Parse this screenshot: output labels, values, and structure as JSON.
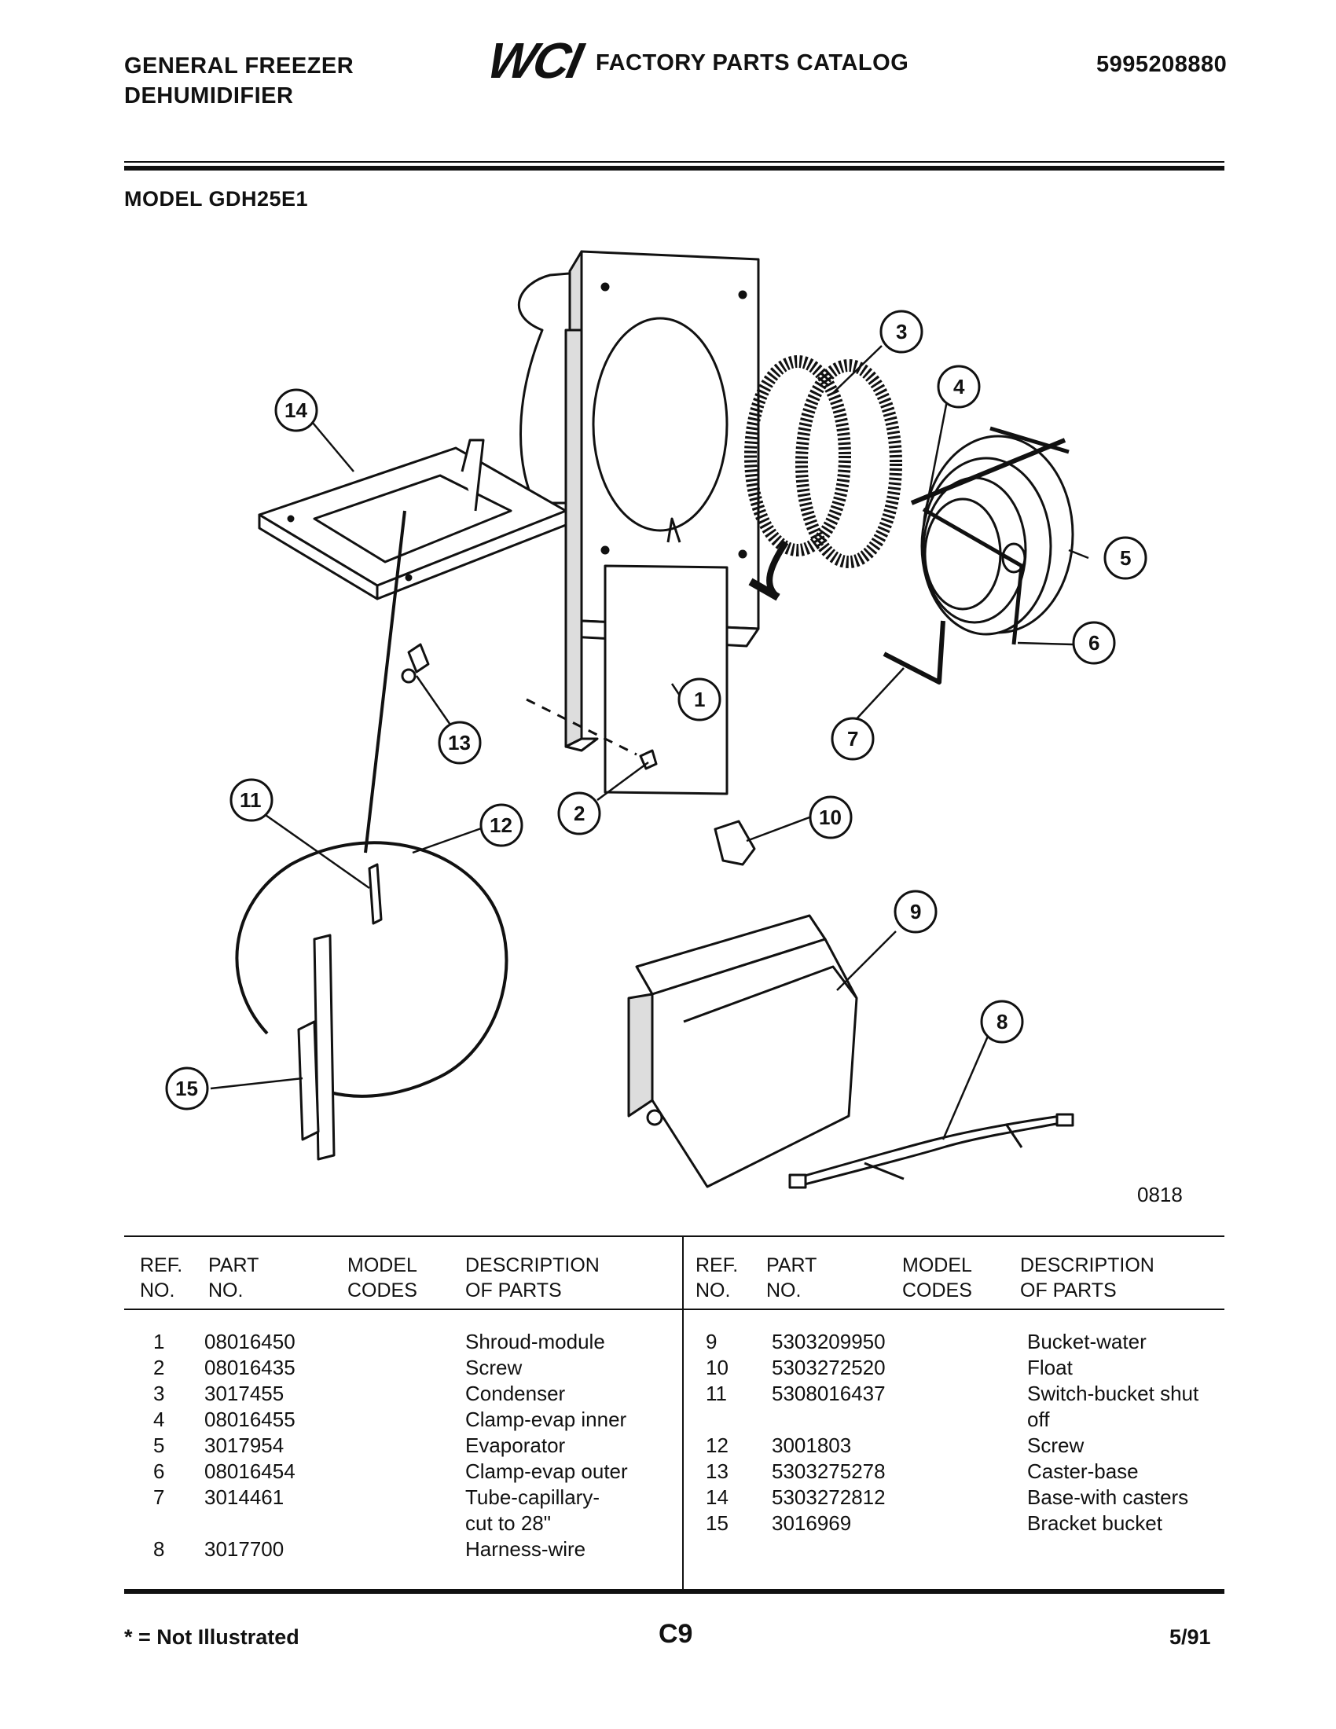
{
  "header": {
    "brand_line1": "GENERAL FREEZER",
    "brand_line2": "DEHUMIDIFIER",
    "logo": "WCI",
    "catalog_title": "FACTORY PARTS CATALOG",
    "catalog_number": "5995208880",
    "model": "MODEL GDH25E1"
  },
  "diagram": {
    "figure_number": "0818",
    "callouts": [
      "1",
      "2",
      "3",
      "4",
      "5",
      "6",
      "7",
      "8",
      "9",
      "10",
      "11",
      "12",
      "13",
      "14",
      "15"
    ]
  },
  "table": {
    "headers": {
      "ref": [
        "REF.",
        "NO."
      ],
      "part": [
        "PART",
        "NO."
      ],
      "model": [
        "MODEL",
        "CODES"
      ],
      "desc": [
        "DESCRIPTION",
        "OF PARTS"
      ]
    },
    "left_rows": [
      {
        "ref": "1",
        "part": "08016450",
        "desc": "Shroud-module"
      },
      {
        "ref": "2",
        "part": "08016435",
        "desc": "Screw"
      },
      {
        "ref": "3",
        "part": "3017455",
        "desc": "Condenser"
      },
      {
        "ref": "4",
        "part": "08016455",
        "desc": "Clamp-evap inner"
      },
      {
        "ref": "5",
        "part": "3017954",
        "desc": "Evaporator"
      },
      {
        "ref": "6",
        "part": "08016454",
        "desc": "Clamp-evap outer"
      },
      {
        "ref": "7",
        "part": "3014461",
        "desc": "Tube-capillary-"
      },
      {
        "ref": "",
        "part": "",
        "desc": "cut to 28\""
      },
      {
        "ref": "8",
        "part": "3017700",
        "desc": "Harness-wire"
      }
    ],
    "right_rows": [
      {
        "ref": "9",
        "part": "5303209950",
        "desc": "Bucket-water"
      },
      {
        "ref": "10",
        "part": "5303272520",
        "desc": "Float"
      },
      {
        "ref": "11",
        "part": "5308016437",
        "desc": "Switch-bucket shut"
      },
      {
        "ref": "",
        "part": "",
        "desc": "off"
      },
      {
        "ref": "12",
        "part": "3001803",
        "desc": "Screw"
      },
      {
        "ref": "13",
        "part": "5303275278",
        "desc": "Caster-base"
      },
      {
        "ref": "14",
        "part": "5303272812",
        "desc": "Base-with casters"
      },
      {
        "ref": "15",
        "part": "3016969",
        "desc": "Bracket bucket"
      }
    ]
  },
  "footer": {
    "note": "* = Not Illustrated",
    "page": "C9",
    "date": "5/91"
  }
}
